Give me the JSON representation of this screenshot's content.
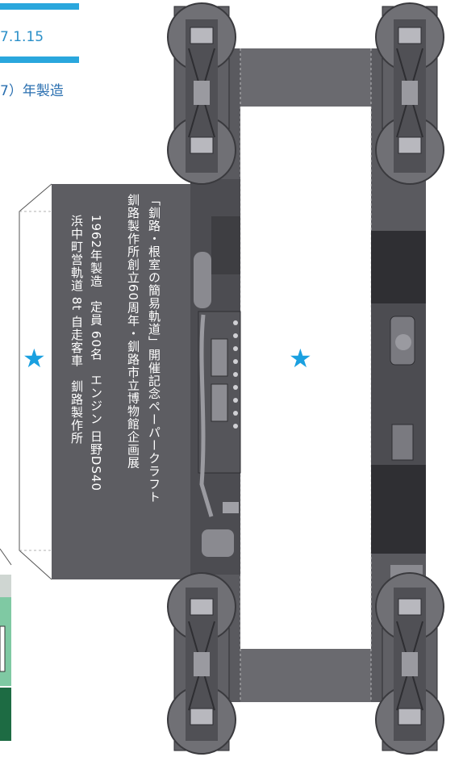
{
  "header": {
    "date_fragment": "7.1.15",
    "year_fragment": "7）年製造"
  },
  "label_panel": {
    "col1": "浜中町営軌道 8t 自走客車　釧路製作所",
    "col2": "1962年製造　定員 60名　エンジン 日野DS40",
    "col3": "釧路製作所創立60周年・釧路市立博物館企画展",
    "col4": "「釧路・根室の簡易軌道」開催記念ペーパークラフト"
  },
  "symbols": {
    "star": "★",
    "star_color": "#1aa0e0"
  },
  "colors": {
    "body_gray": "#5d5d62",
    "wheel_gray": "#707075",
    "dark": "#3a3a3e",
    "blue": "#2aa7dd",
    "green_light": "#7fc9a3",
    "green_dark": "#1d6b43"
  }
}
